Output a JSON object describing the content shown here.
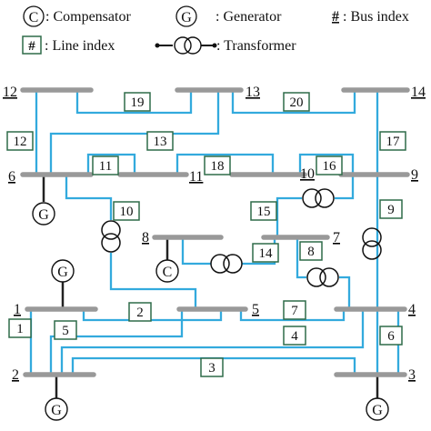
{
  "legend": {
    "compensator_symbol": "C",
    "compensator_label": ": Compensator",
    "generator_symbol": "G",
    "generator_label": ": Generator",
    "bus_symbol": "#",
    "bus_label": ": Bus index",
    "line_symbol": "#",
    "line_label": ": Line index",
    "transformer_label": ": Transformer"
  },
  "buses": [
    {
      "id": "1",
      "label": "1"
    },
    {
      "id": "2",
      "label": "2"
    },
    {
      "id": "3",
      "label": "3"
    },
    {
      "id": "4",
      "label": "4"
    },
    {
      "id": "5",
      "label": "5"
    },
    {
      "id": "6",
      "label": "6"
    },
    {
      "id": "7",
      "label": "7"
    },
    {
      "id": "8",
      "label": "8"
    },
    {
      "id": "9",
      "label": "9"
    },
    {
      "id": "10",
      "label": "10"
    },
    {
      "id": "11",
      "label": "11"
    },
    {
      "id": "12",
      "label": "12"
    },
    {
      "id": "13",
      "label": "13"
    },
    {
      "id": "14",
      "label": "14"
    }
  ],
  "lines": [
    {
      "index": "1",
      "from": "1",
      "to": "2"
    },
    {
      "index": "2",
      "from": "1",
      "to": "5"
    },
    {
      "index": "3",
      "from": "2",
      "to": "3"
    },
    {
      "index": "4",
      "from": "2",
      "to": "4"
    },
    {
      "index": "5",
      "from": "2",
      "to": "5"
    },
    {
      "index": "6",
      "from": "3",
      "to": "4"
    },
    {
      "index": "7",
      "from": "4",
      "to": "5"
    },
    {
      "index": "8",
      "from": "4",
      "to": "7"
    },
    {
      "index": "9",
      "from": "4",
      "to": "9"
    },
    {
      "index": "10",
      "from": "5",
      "to": "6"
    },
    {
      "index": "11",
      "from": "6",
      "to": "11"
    },
    {
      "index": "12",
      "from": "6",
      "to": "12"
    },
    {
      "index": "13",
      "from": "6",
      "to": "13"
    },
    {
      "index": "14",
      "from": "7",
      "to": "8"
    },
    {
      "index": "15",
      "from": "7",
      "to": "9"
    },
    {
      "index": "16",
      "from": "9",
      "to": "10"
    },
    {
      "index": "17",
      "from": "9",
      "to": "14"
    },
    {
      "index": "18",
      "from": "10",
      "to": "11"
    },
    {
      "index": "19",
      "from": "12",
      "to": "13"
    },
    {
      "index": "20",
      "from": "13",
      "to": "14"
    }
  ],
  "devices": {
    "generator_symbol": "G",
    "compensator_symbol": "C"
  },
  "colors": {
    "line": "#33aadd",
    "bus": "#999999",
    "label_box": "#2e6b48",
    "generator_stub": "#222222"
  }
}
